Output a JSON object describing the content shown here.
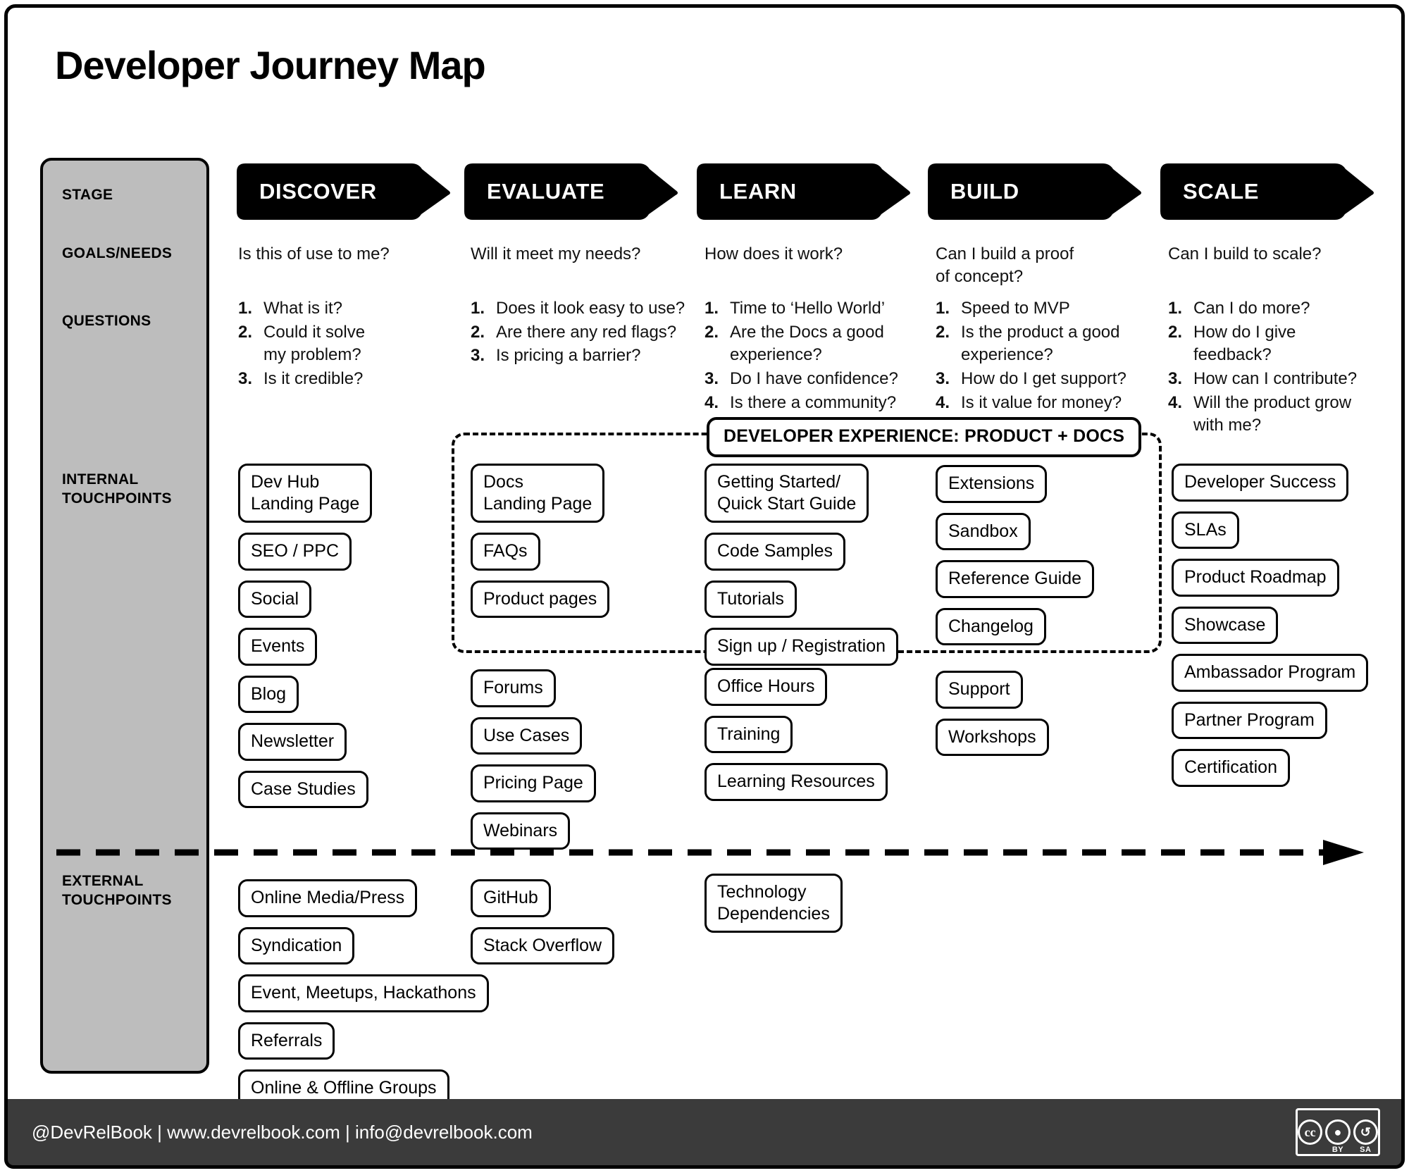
{
  "title": "Developer Journey Map",
  "rail": {
    "stage": "STAGE",
    "goals": "GOALS/NEEDS",
    "questions": "QUESTIONS",
    "internal": "INTERNAL\nTOUCHPOINTS",
    "external": "EXTERNAL\nTOUCHPOINTS"
  },
  "colors": {
    "rail_fill": "#bdbdbd",
    "banner_fill": "#000000",
    "footer_fill": "#3b3b3b",
    "chip_border": "#000000",
    "page_bg": "#ffffff"
  },
  "stages": [
    {
      "name": "DISCOVER",
      "goal": "Is this of use to me?",
      "questions": [
        "What is it?",
        "Could it solve\nmy problem?",
        "Is it credible?"
      ]
    },
    {
      "name": "EVALUATE",
      "goal": "Will it meet my needs?",
      "questions": [
        "Does it look easy to use?",
        "Are there any red flags?",
        "Is pricing a barrier?"
      ]
    },
    {
      "name": "LEARN",
      "goal": "How does it work?",
      "questions": [
        "Time to ‘Hello World’",
        "Are the Docs a good\nexperience?",
        "Do I have confidence?",
        "Is there a community?"
      ]
    },
    {
      "name": "BUILD",
      "goal": "Can I build a proof\nof concept?",
      "questions": [
        "Speed to MVP",
        "Is the product a good\nexperience?",
        "How do I get support?",
        "Is it value for money?"
      ]
    },
    {
      "name": "SCALE",
      "goal": "Can I build to scale?",
      "questions": [
        "Can I do more?",
        "How do I give\nfeedback?",
        "How can I contribute?",
        "Will the product grow\nwith me?"
      ]
    }
  ],
  "dev_experience": {
    "label": "DEVELOPER EXPERIENCE: PRODUCT + DOCS"
  },
  "internal_touchpoints": {
    "discover": [
      "Dev Hub\nLanding Page",
      "SEO / PPC",
      "Social",
      "Events",
      "Blog",
      "Newsletter",
      "Case Studies"
    ],
    "evaluate_dx": [
      "Docs\nLanding Page",
      "FAQs",
      "Product pages"
    ],
    "evaluate_rest": [
      "Forums",
      "Use Cases",
      "Pricing Page",
      "Webinars"
    ],
    "learn_dx": [
      "Getting Started/\nQuick Start Guide",
      "Code Samples",
      "Tutorials",
      "Sign up / Registration"
    ],
    "learn_rest": [
      "Office Hours",
      "Training",
      "Learning Resources"
    ],
    "build_dx": [
      "Extensions",
      "Sandbox",
      "Reference Guide",
      "Changelog"
    ],
    "build_rest": [
      "Support",
      "Workshops"
    ],
    "scale": [
      "Developer Success",
      "SLAs",
      "Product Roadmap",
      "Showcase",
      "Ambassador Program",
      "Partner Program",
      "Certification"
    ]
  },
  "external_touchpoints": {
    "discover": [
      "Online Media/Press",
      "Syndication",
      "Event, Meetups, Hackathons",
      "Referrals",
      "Online & Offline Groups"
    ],
    "evaluate": [
      "GitHub",
      "Stack Overflow"
    ],
    "learn": [
      "Technology\nDependencies"
    ]
  },
  "footer": {
    "text": "@DevRelBook  |  www.devrelbook.com  |  info@devrelbook.com",
    "license": {
      "cc": "cc",
      "by": "BY",
      "sa": "SA",
      "by_glyph": "ı",
      "sa_glyph": "◔"
    }
  }
}
